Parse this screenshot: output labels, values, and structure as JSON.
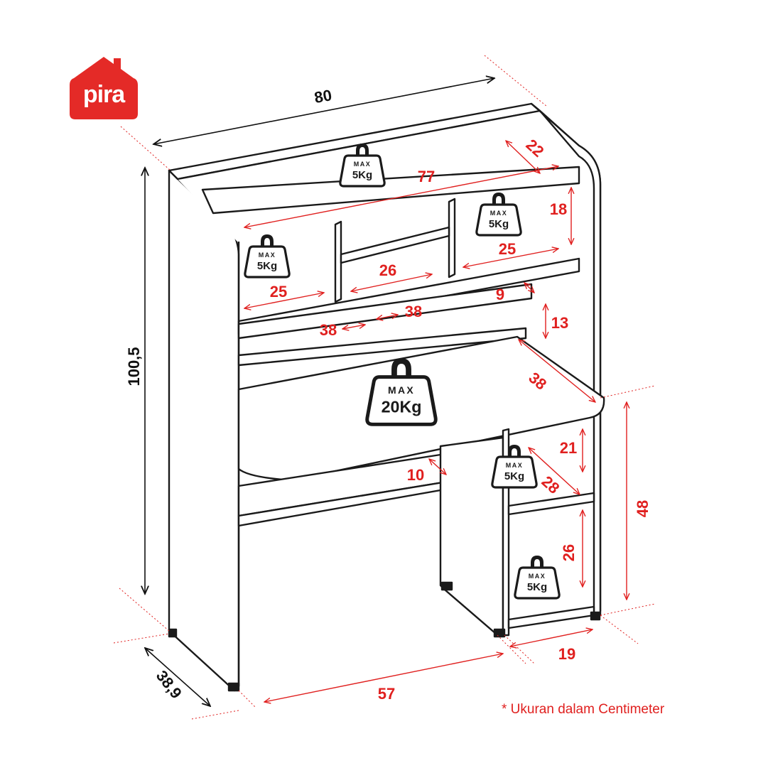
{
  "brand": {
    "name": "pira",
    "color": "#e42a27"
  },
  "colors": {
    "dimension_red": "#e0201f",
    "outline": "#1a1a1a",
    "overall_dim": "#111111"
  },
  "dimensions": {
    "width": "80",
    "height": "100,5",
    "depth": "38,9",
    "desk_width": "57",
    "right_unit_width": "19",
    "right_unit_height": "48",
    "top_shelf_depth": "22",
    "top_shelf_width": "77",
    "upper_compartment_height": "18",
    "right_compartment_width": "25",
    "middle_compartment_width": "26",
    "left_compartment_width": "25",
    "small_shelf_depth": "9",
    "small_shelf_width": "38",
    "lower_shelf_left": "38",
    "lower_gap_height": "13",
    "desk_depth": "38",
    "keyboard_tray_depth": "10",
    "cabinet_shelf_height": "21",
    "cabinet_shelf_depth": "28",
    "cabinet_lower_height": "26"
  },
  "weights": {
    "top": {
      "max": "MAX",
      "load": "5Kg"
    },
    "upper_right": {
      "max": "MAX",
      "load": "5Kg"
    },
    "upper_left": {
      "max": "MAX",
      "load": "5Kg"
    },
    "desk": {
      "max": "MAX",
      "load": "20Kg"
    },
    "cabinet_upper": {
      "max": "MAX",
      "load": "5Kg"
    },
    "cabinet_lower": {
      "max": "MAX",
      "load": "5Kg"
    }
  },
  "note": "* Ukuran dalam Centimeter"
}
